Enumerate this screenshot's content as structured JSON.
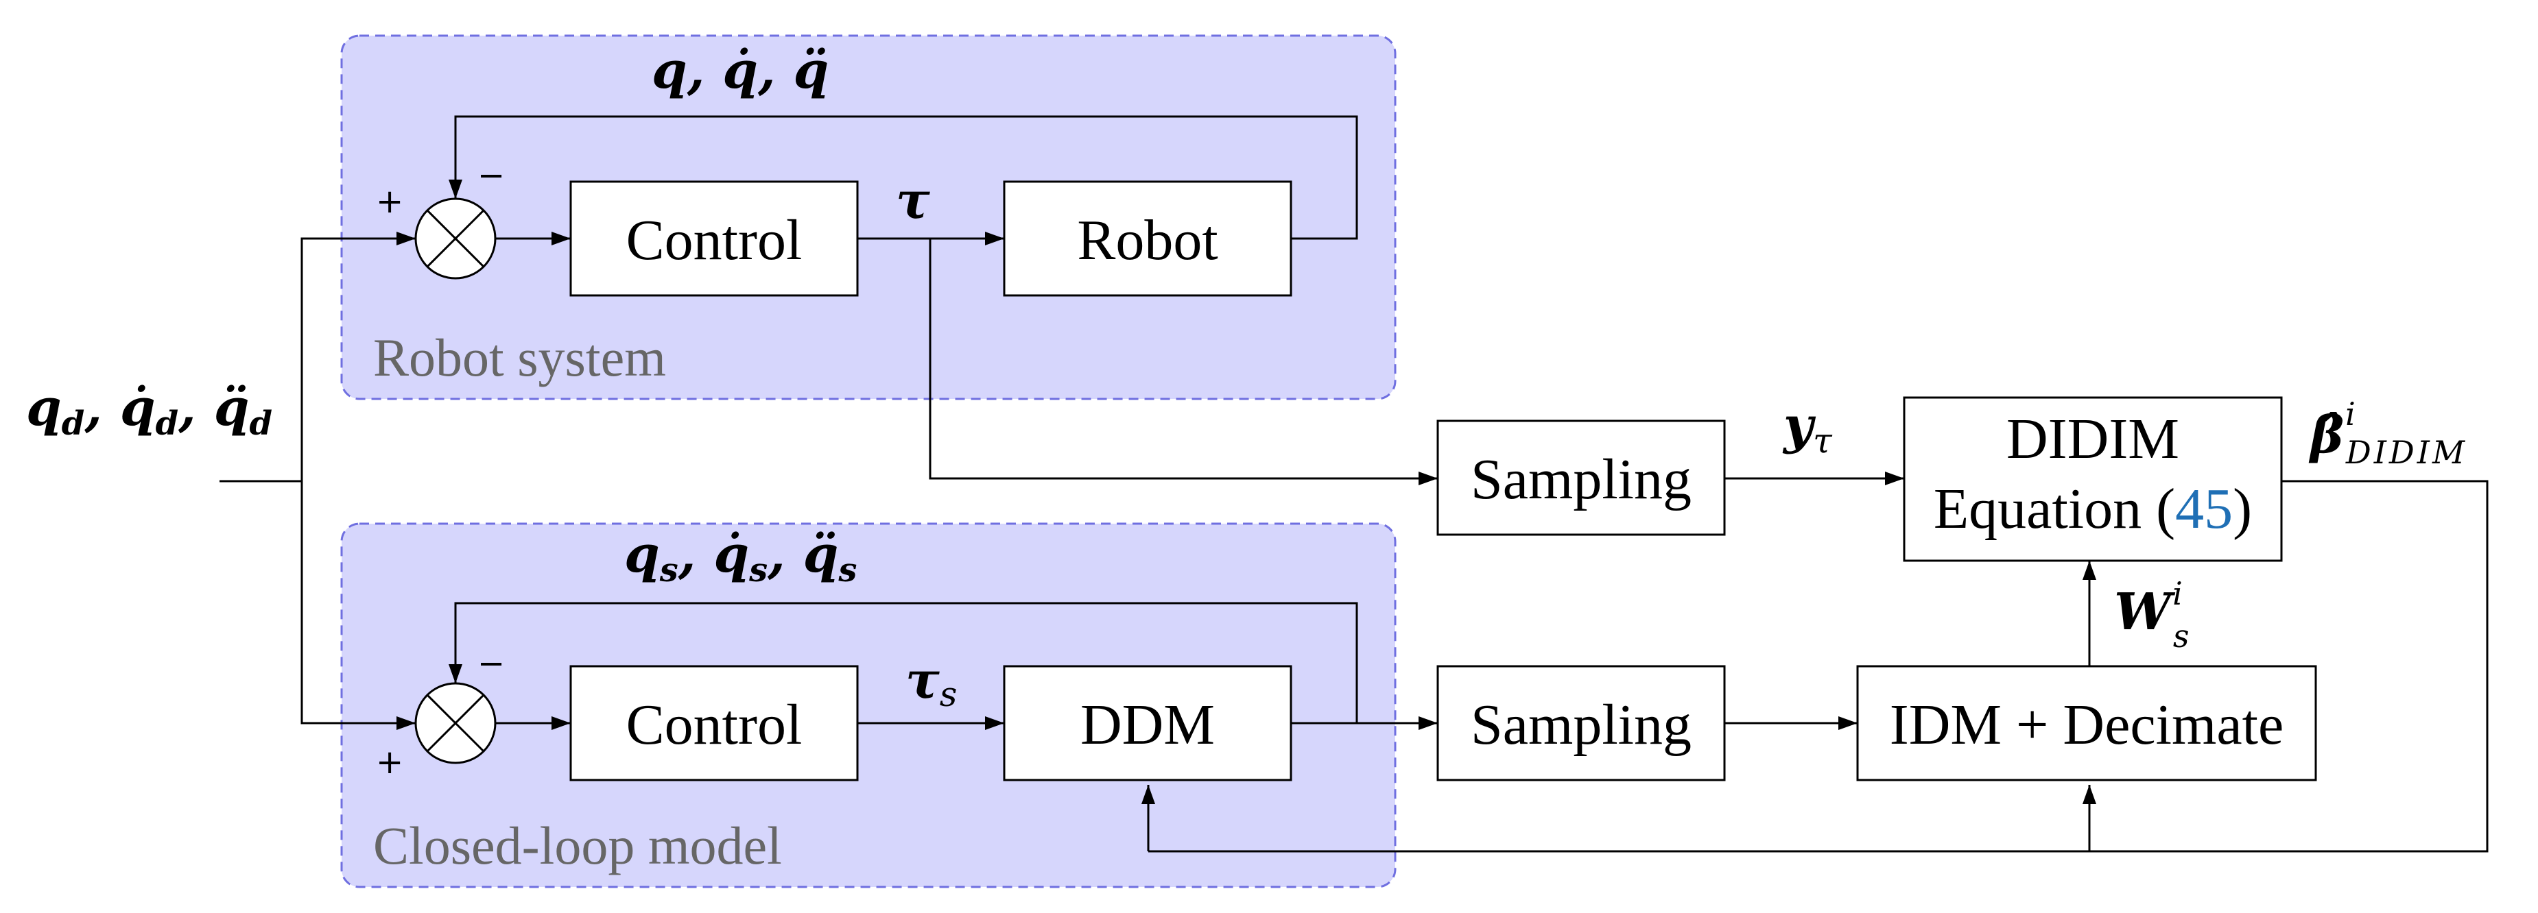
{
  "groups": {
    "robot_system": "Robot system",
    "closed_loop_model": "Closed-loop model"
  },
  "blocks": {
    "control_top": "Control",
    "robot": "Robot",
    "control_bottom": "Control",
    "ddm": "DDM",
    "sampling_top": "Sampling",
    "sampling_bottom": "Sampling",
    "idm_decimate": "IDM + Decimate",
    "didim_line1": "DIDIM",
    "didim_line2_prefix": "Equation (",
    "didim_line2_ref": "45",
    "didim_line2_suffix": ")"
  },
  "signals": {
    "input": "q_d, q̇_d, q̈_d",
    "input_q": "q",
    "input_qd": "q̇",
    "input_qdd": "q̈",
    "input_sub": "d",
    "feedback_top": "q, q̇, q̈",
    "tau": "τ",
    "feedback_bottom_q": "q",
    "feedback_bottom_qd": "q̇",
    "feedback_bottom_qdd": "q̈",
    "feedback_bottom_sub": "s",
    "tau_s": "τ",
    "tau_s_sub": "s",
    "y_tau": "y",
    "y_tau_sub": "τ",
    "w": "W",
    "w_sub": "s",
    "w_sup": "i",
    "beta": "β̂",
    "beta_sub": "DIDIM",
    "beta_sup": "i",
    "plus": "+",
    "minus": "−"
  }
}
